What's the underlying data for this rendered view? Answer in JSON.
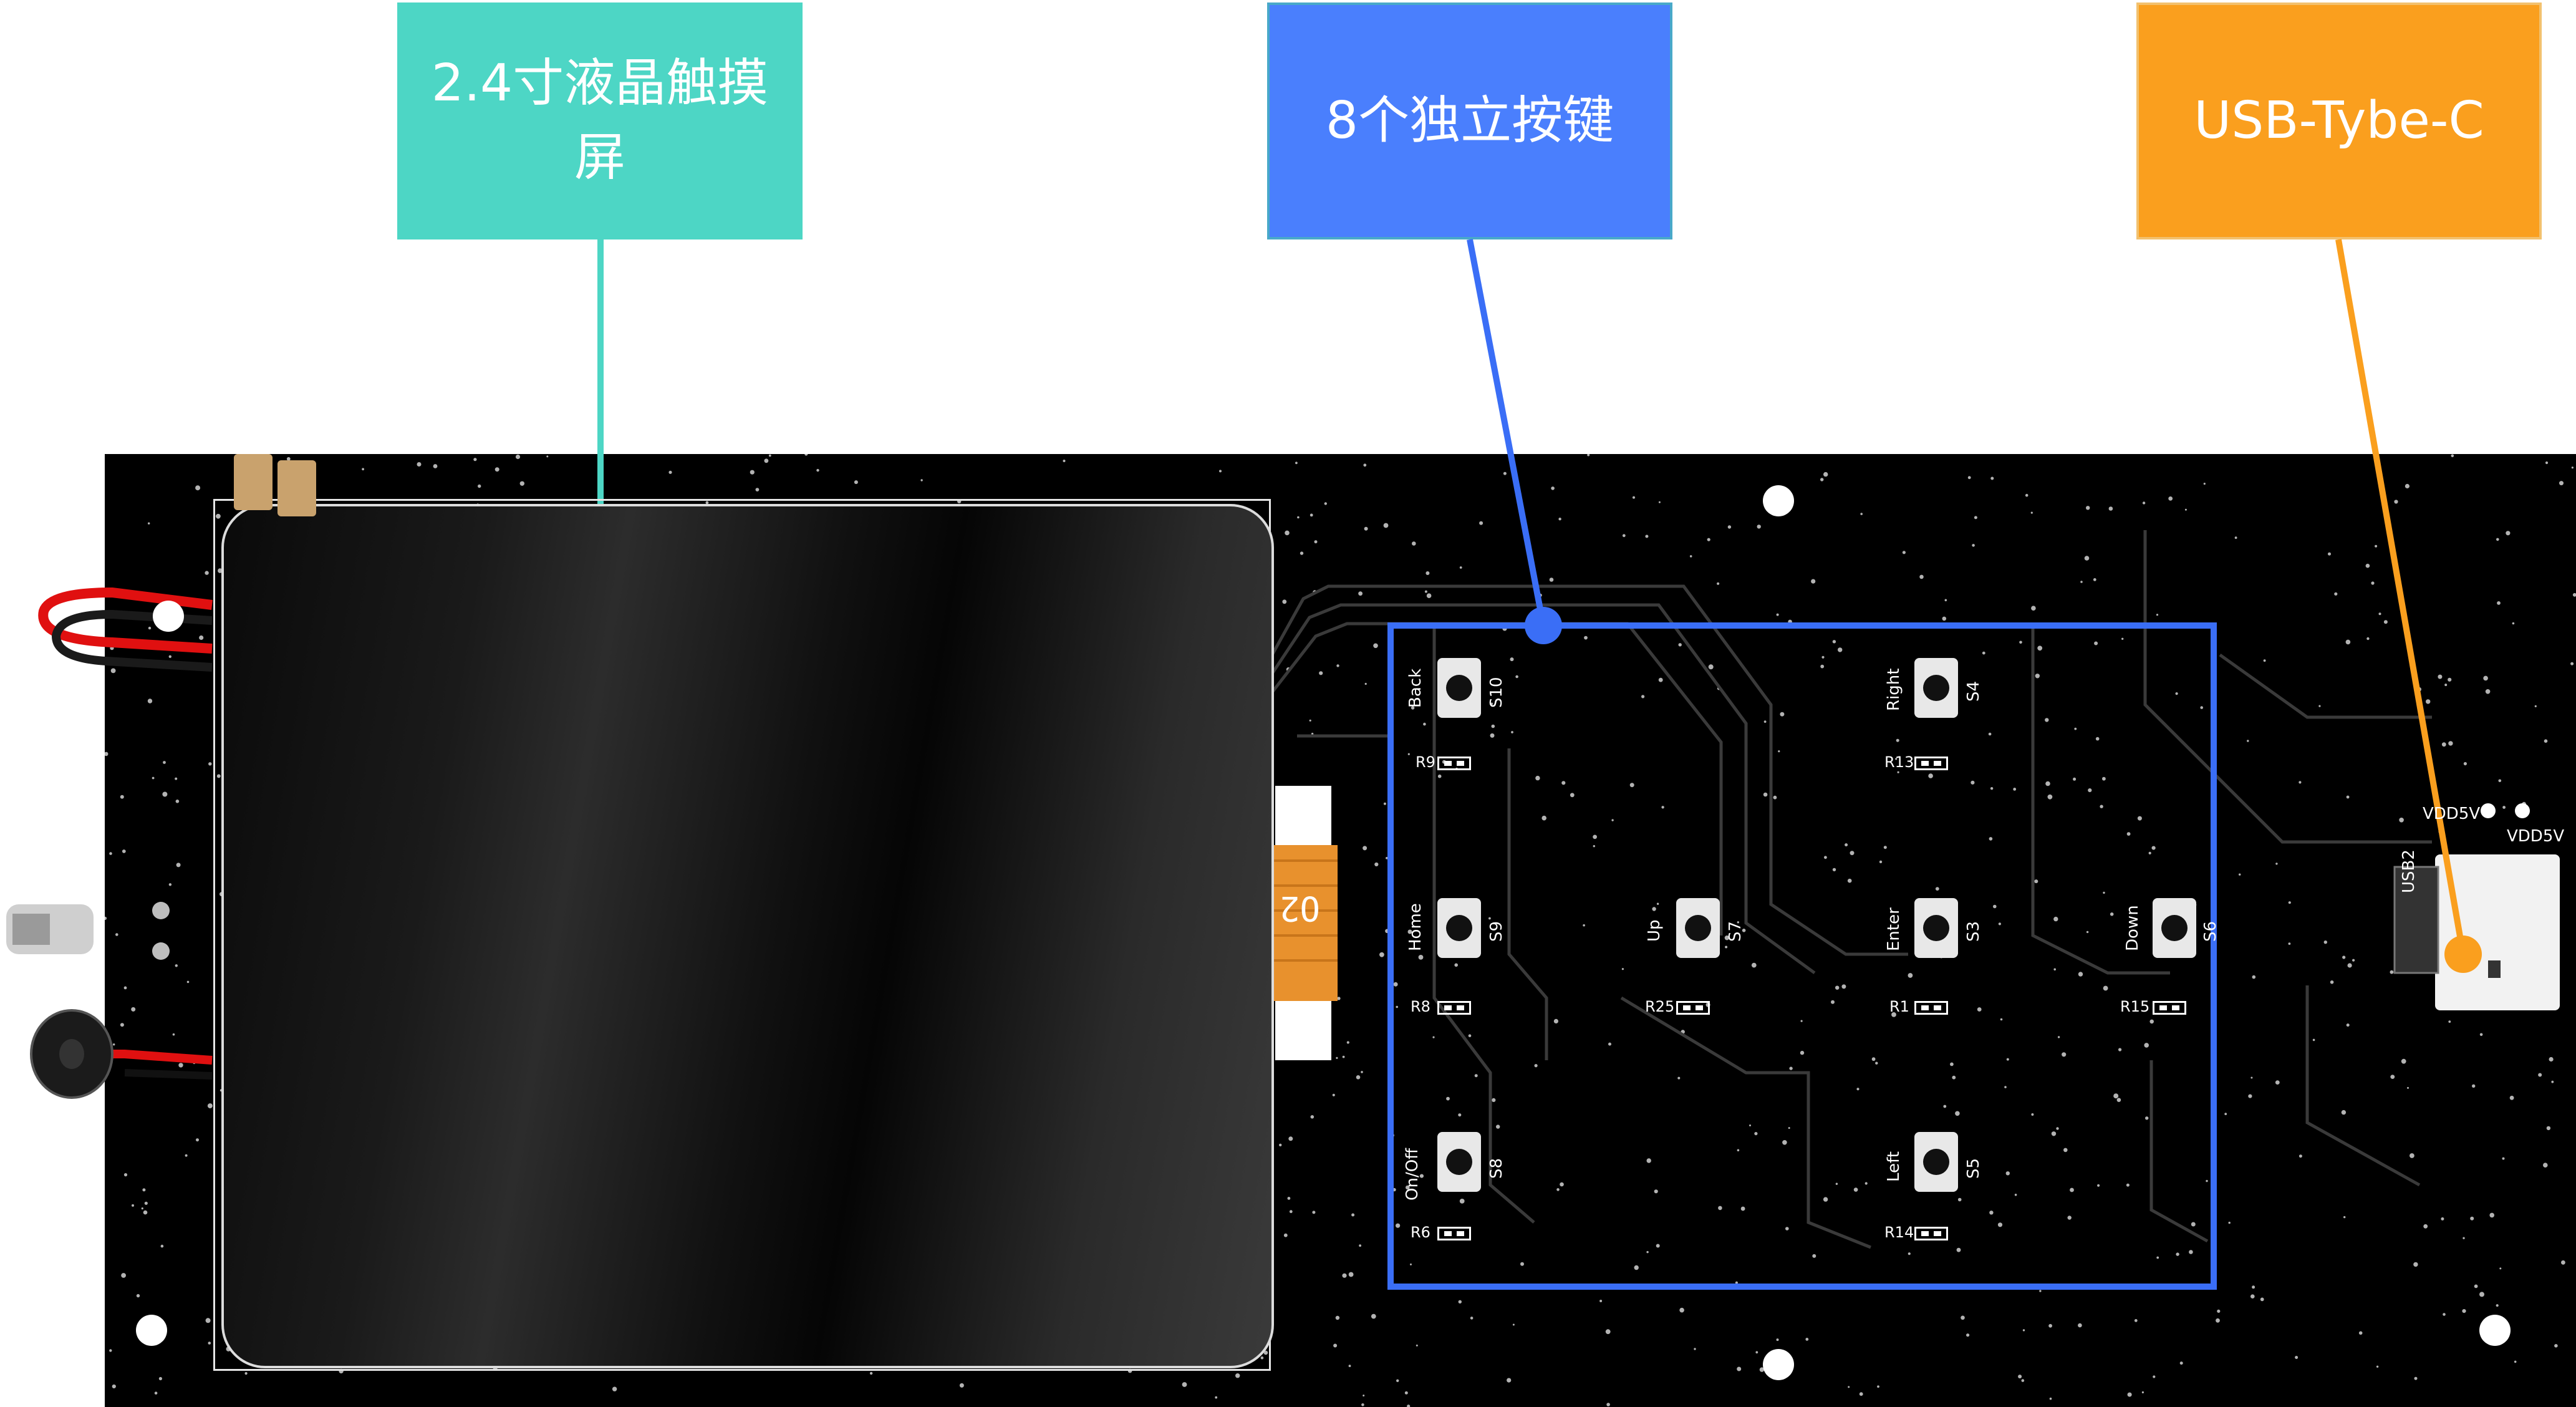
{
  "callouts": {
    "lcd": "2.4寸液晶触摸屏",
    "keys": "8个独立按键",
    "usb": "USB-Tybe-C"
  },
  "colors": {
    "lcd_callout": "#4dd6c5",
    "keys_callout": "#4a7ffd",
    "usb_callout": "#fa9f1e",
    "board": "#000000"
  },
  "fpc_label": "O2",
  "buttons": [
    {
      "name": "Back",
      "ref": "S10",
      "resistor": "R9"
    },
    {
      "name": "Right",
      "ref": "S4",
      "resistor": "R13"
    },
    {
      "name": "Home",
      "ref": "S9",
      "resistor": "R8"
    },
    {
      "name": "Up",
      "ref": "S7",
      "resistor": "R25"
    },
    {
      "name": "Enter",
      "ref": "S3",
      "resistor": "R1"
    },
    {
      "name": "Down",
      "ref": "S6",
      "resistor": "R15"
    },
    {
      "name": "On/Off",
      "ref": "S8",
      "resistor": "R6"
    },
    {
      "name": "Left",
      "ref": "S5",
      "resistor": "R14"
    }
  ],
  "usb": {
    "ref": "USB2",
    "net1": "VDD5V",
    "net2": "VDD5V"
  }
}
